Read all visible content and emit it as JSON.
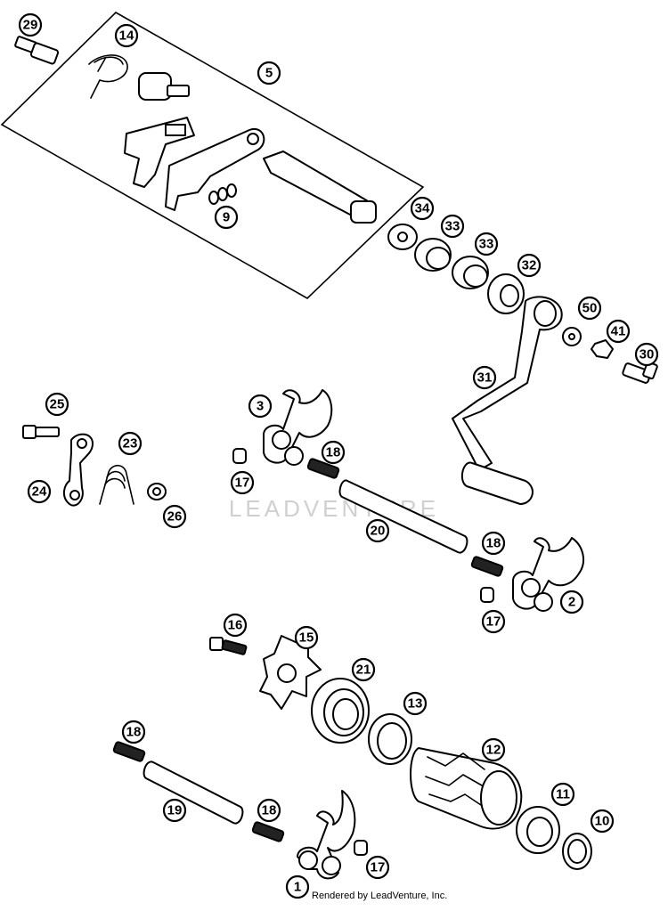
{
  "diagram": {
    "watermark": "LEADVENTURE",
    "footer": "Rendered by LeadVenture, Inc.",
    "callouts": [
      {
        "id": "c29",
        "label": "29"
      },
      {
        "id": "c14",
        "label": "14"
      },
      {
        "id": "c5",
        "label": "5"
      },
      {
        "id": "c9",
        "label": "9"
      },
      {
        "id": "c34",
        "label": "34"
      },
      {
        "id": "c33a",
        "label": "33"
      },
      {
        "id": "c33b",
        "label": "33"
      },
      {
        "id": "c32",
        "label": "32"
      },
      {
        "id": "c50",
        "label": "50"
      },
      {
        "id": "c41",
        "label": "41"
      },
      {
        "id": "c30",
        "label": "30"
      },
      {
        "id": "c31",
        "label": "31"
      },
      {
        "id": "c25",
        "label": "25"
      },
      {
        "id": "c23",
        "label": "23"
      },
      {
        "id": "c24",
        "label": "24"
      },
      {
        "id": "c26",
        "label": "26"
      },
      {
        "id": "c3",
        "label": "3"
      },
      {
        "id": "c18a",
        "label": "18"
      },
      {
        "id": "c17a",
        "label": "17"
      },
      {
        "id": "c20",
        "label": "20"
      },
      {
        "id": "c18b",
        "label": "18"
      },
      {
        "id": "c2",
        "label": "2"
      },
      {
        "id": "c17b",
        "label": "17"
      },
      {
        "id": "c16",
        "label": "16"
      },
      {
        "id": "c15",
        "label": "15"
      },
      {
        "id": "c21",
        "label": "21"
      },
      {
        "id": "c13",
        "label": "13"
      },
      {
        "id": "c12",
        "label": "12"
      },
      {
        "id": "c18c",
        "label": "18"
      },
      {
        "id": "c19",
        "label": "19"
      },
      {
        "id": "c18d",
        "label": "18"
      },
      {
        "id": "c11",
        "label": "11"
      },
      {
        "id": "c10",
        "label": "10"
      },
      {
        "id": "c17c",
        "label": "17"
      },
      {
        "id": "c1",
        "label": "1"
      }
    ]
  }
}
